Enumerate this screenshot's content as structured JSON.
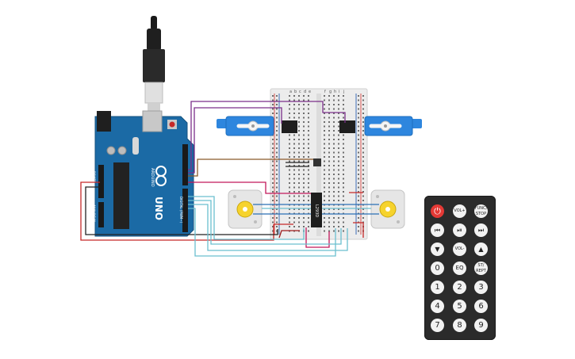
{
  "board": {
    "brand": "ARDUINO",
    "model": "UNO",
    "label_power": "POWER",
    "label_analog": "ANALOG IN",
    "label_digital": "DIGITAL (PWM~)",
    "pin_labels": [
      "IOREF",
      "RESET",
      "3.3V",
      "5V",
      "GND",
      "GND",
      "Vin",
      "A0",
      "A1",
      "A2",
      "A3",
      "A4",
      "A5"
    ],
    "colors": {
      "board": "#1b6aa5",
      "board_dark": "#14527f",
      "usb": "#c8c8c8",
      "jack": "#1f1f1f"
    }
  },
  "breadboard": {
    "row_letters": [
      "a",
      "b",
      "c",
      "d",
      "e",
      "f",
      "g",
      "h",
      "i",
      "j"
    ],
    "colors": {
      "body": "#ececec",
      "hole": "#6e6e6e",
      "rail_red": "#d9534f",
      "rail_blue": "#3b6db6"
    }
  },
  "chip": {
    "label": "L293D",
    "color": "#1e1e1e"
  },
  "servos": [
    {
      "id": "servo-left",
      "color": "#2e86de"
    },
    {
      "id": "servo-right",
      "color": "#2e86de"
    }
  ],
  "motors": [
    {
      "id": "motor-left"
    },
    {
      "id": "motor-right"
    }
  ],
  "wires": {
    "colors": {
      "purple": "#7b2f8a",
      "brown": "#8b5a2b",
      "red": "#c62828",
      "dark_red": "#9e1b1b",
      "black": "#222222",
      "cyan": "#6bbfcf",
      "blue": "#2b6fb5",
      "pink": "#c2185b"
    }
  },
  "remote": {
    "buttons": [
      {
        "id": "power",
        "label": "⏻"
      },
      {
        "id": "vol-up",
        "label": "VOL+"
      },
      {
        "id": "func-stop",
        "label": "FUNC/ STOP"
      },
      {
        "id": "prev",
        "label": "⏮"
      },
      {
        "id": "play-pause",
        "label": "⏯"
      },
      {
        "id": "next",
        "label": "⏭"
      },
      {
        "id": "down",
        "label": "▼"
      },
      {
        "id": "vol-down",
        "label": "VOL-"
      },
      {
        "id": "up",
        "label": "▲"
      },
      {
        "id": "zero",
        "label": "0"
      },
      {
        "id": "eq",
        "label": "EQ"
      },
      {
        "id": "st-rept",
        "label": "ST/ REPT"
      },
      {
        "id": "one",
        "label": "1"
      },
      {
        "id": "two",
        "label": "2"
      },
      {
        "id": "three",
        "label": "3"
      },
      {
        "id": "four",
        "label": "4"
      },
      {
        "id": "five",
        "label": "5"
      },
      {
        "id": "six",
        "label": "6"
      },
      {
        "id": "seven",
        "label": "7"
      },
      {
        "id": "eight",
        "label": "8"
      },
      {
        "id": "nine",
        "label": "9"
      }
    ]
  }
}
